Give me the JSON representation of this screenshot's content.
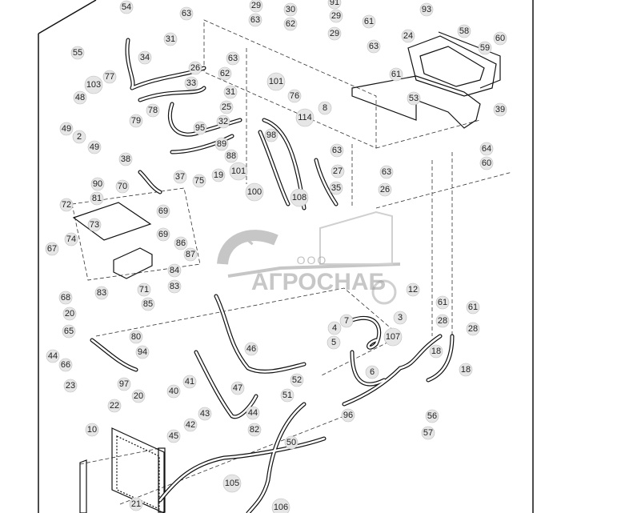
{
  "diagram": {
    "watermark": {
      "company_form": "ООО",
      "company_name": "АГРОСНАБ"
    },
    "callouts": [
      "54",
      "29",
      "91",
      "93",
      "63",
      "30",
      "29",
      "61",
      "55",
      "63",
      "62",
      "24",
      "31",
      "34",
      "26",
      "63",
      "58",
      "60",
      "59",
      "62",
      "29",
      "63",
      "61",
      "31",
      "77",
      "101",
      "103",
      "76",
      "48",
      "33",
      "78",
      "25",
      "53",
      "39",
      "8",
      "79",
      "114",
      "2",
      "95",
      "32",
      "49",
      "89",
      "98",
      "49",
      "64",
      "88",
      "60",
      "38",
      "37",
      "75",
      "19",
      "101",
      "100",
      "108",
      "63",
      "27",
      "63",
      "35",
      "26",
      "90",
      "70",
      "81",
      "72",
      "73",
      "69",
      "69",
      "74",
      "86",
      "87",
      "67",
      "84",
      "83",
      "71",
      "83",
      "85",
      "68",
      "20",
      "65",
      "80",
      "44",
      "94",
      "66",
      "97",
      "23",
      "20",
      "22",
      "10",
      "40",
      "41",
      "45",
      "42",
      "43",
      "21",
      "46",
      "47",
      "44",
      "82",
      "52",
      "51",
      "50",
      "105",
      "106",
      "61",
      "61",
      "28",
      "28",
      "3",
      "7",
      "4",
      "107",
      "5",
      "6",
      "18",
      "18",
      "96",
      "56",
      "57",
      "12"
    ]
  }
}
